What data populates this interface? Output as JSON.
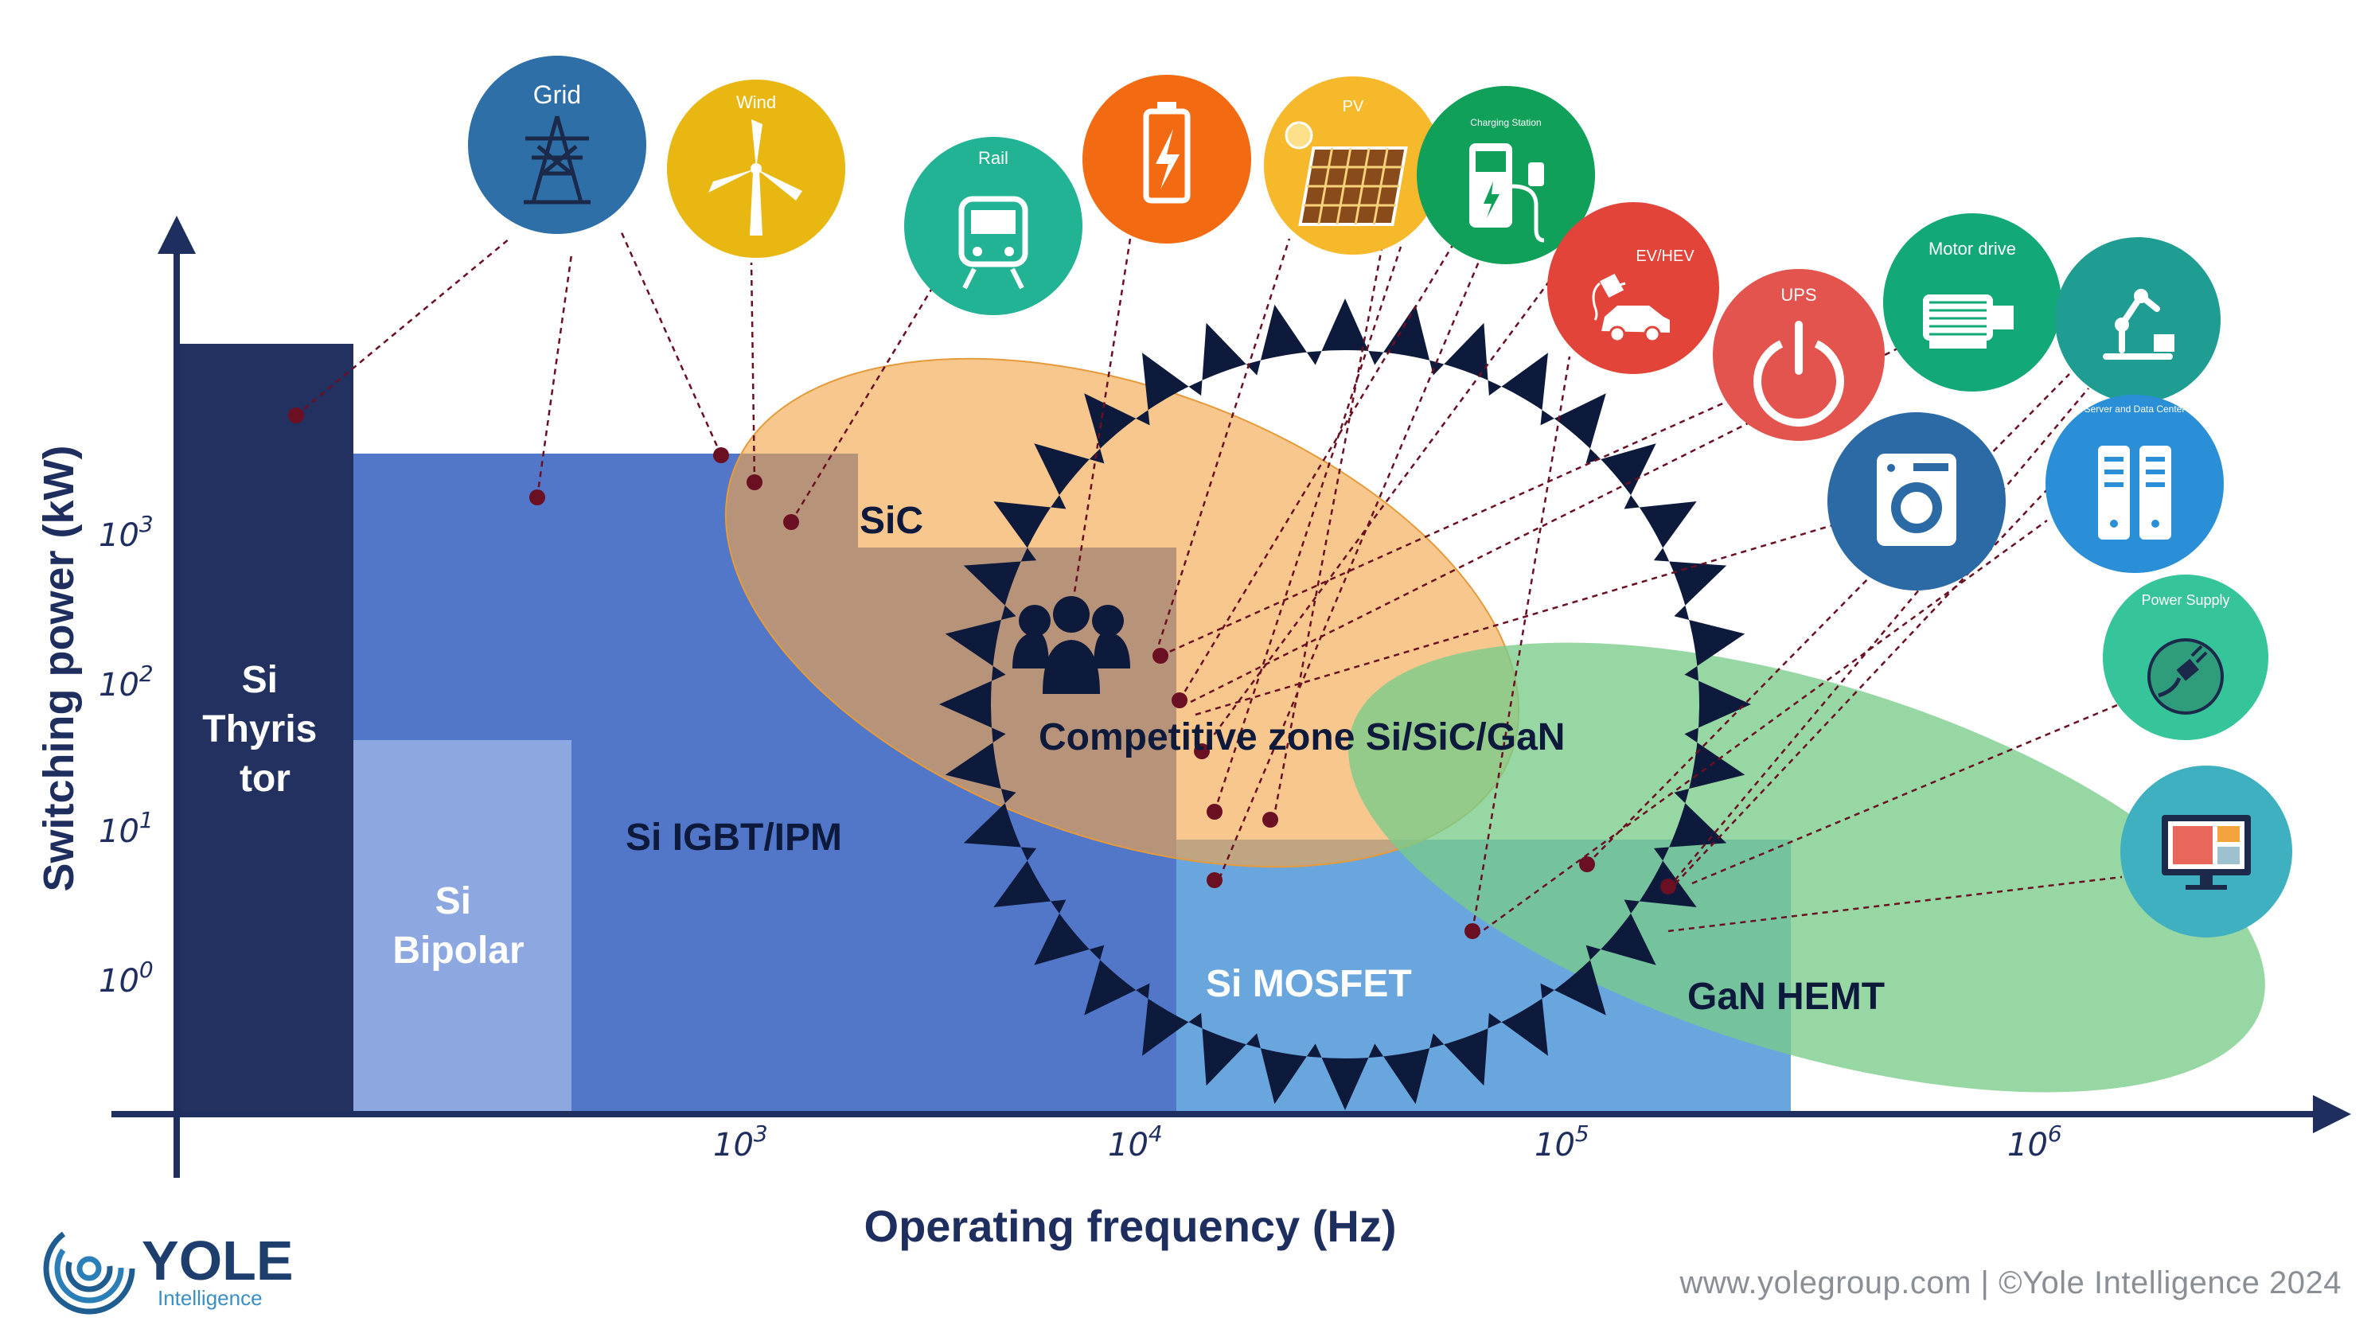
{
  "axes": {
    "x_label": "Operating frequency (Hz)",
    "y_label": "Switching power (kW)",
    "x_ticks": [
      {
        "base": "10",
        "exp": "3"
      },
      {
        "base": "10",
        "exp": "4"
      },
      {
        "base": "10",
        "exp": "5"
      },
      {
        "base": "10",
        "exp": "6"
      }
    ],
    "y_ticks": [
      {
        "base": "10",
        "exp": "0"
      },
      {
        "base": "10",
        "exp": "1"
      },
      {
        "base": "10",
        "exp": "2"
      },
      {
        "base": "10",
        "exp": "3"
      }
    ]
  },
  "regions": {
    "thyristor": [
      "Si",
      "Thyris",
      "tor"
    ],
    "bipolar": [
      "Si",
      "Bipolar"
    ],
    "igbt": "Si IGBT/IPM",
    "mosfet": "Si MOSFET",
    "sic": "SiC",
    "gan": "GaN HEMT",
    "competitive": "Competitive zone Si/SiC/GaN"
  },
  "applications": [
    {
      "key": "grid",
      "label": "Grid",
      "icon": "transmission-tower-icon",
      "color": "#2e6fa8"
    },
    {
      "key": "wind",
      "label": "Wind",
      "icon": "wind-turbine-icon",
      "color": "#e8b712"
    },
    {
      "key": "rail",
      "label": "Rail",
      "icon": "train-icon",
      "color": "#22b394"
    },
    {
      "key": "battery",
      "label": "",
      "icon": "battery-icon",
      "color": "#f26a11"
    },
    {
      "key": "pv",
      "label": "PV",
      "icon": "solar-panel-icon",
      "color": "#f6b92c"
    },
    {
      "key": "charging",
      "label": "Charging Station",
      "icon": "charging-station-icon",
      "color": "#10a05a"
    },
    {
      "key": "ev",
      "label": "EV/HEV",
      "icon": "car-plug-icon",
      "color": "#e2443a"
    },
    {
      "key": "ups",
      "label": "UPS",
      "icon": "power-icon",
      "color": "#e4544e"
    },
    {
      "key": "motor",
      "label": "Motor drive",
      "icon": "motor-icon",
      "color": "#12a877"
    },
    {
      "key": "robot",
      "label": "",
      "icon": "robot-arm-icon",
      "color": "#1f9d92"
    },
    {
      "key": "washer",
      "label": "",
      "icon": "washing-machine-icon",
      "color": "#2c6aa6"
    },
    {
      "key": "server",
      "label": "Server and Data Center",
      "icon": "server-icon",
      "color": "#2a8fd6"
    },
    {
      "key": "power_supply",
      "label": "Power Supply",
      "icon": "power-plug-icon",
      "color": "#36c49a"
    },
    {
      "key": "computer",
      "label": "",
      "icon": "monitor-icon",
      "color": "#3fb0c0"
    }
  ],
  "brand": {
    "name": "YOLE",
    "sub": "Intelligence"
  },
  "footer": "www.yolegroup.com | ©Yole Intelligence 2024",
  "colors": {
    "navy": "#1e2e5e",
    "thyristor": "#22315f",
    "igbt": "#5277c9",
    "bipolar": "#8da7e0",
    "mosfet": "#6aa6de",
    "sic": "#f2a34a",
    "gan": "#7ccc8b",
    "dot": "#6b0f22"
  }
}
